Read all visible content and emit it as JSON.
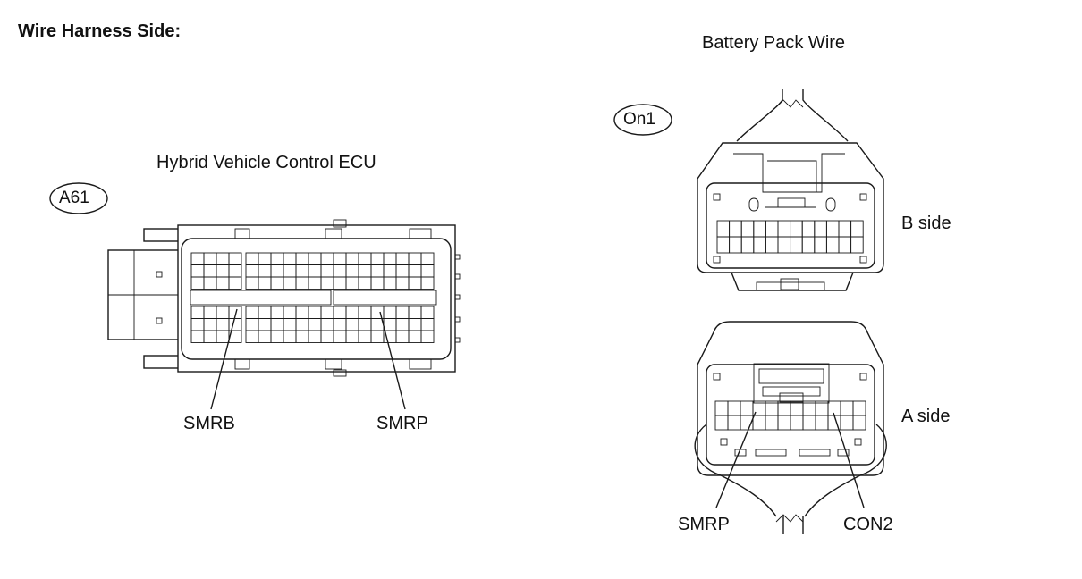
{
  "page": {
    "heading": "Wire Harness Side:"
  },
  "ecu": {
    "title": "Hybrid Vehicle Control ECU",
    "connector_id": "A61",
    "pin_labels": [
      "SMRB",
      "SMRP"
    ]
  },
  "battery": {
    "title": "Battery Pack Wire",
    "connector_id": "On1",
    "b_side_label": "B side",
    "a_side_label": "A side",
    "pin_labels": [
      "SMRP",
      "CON2"
    ]
  }
}
